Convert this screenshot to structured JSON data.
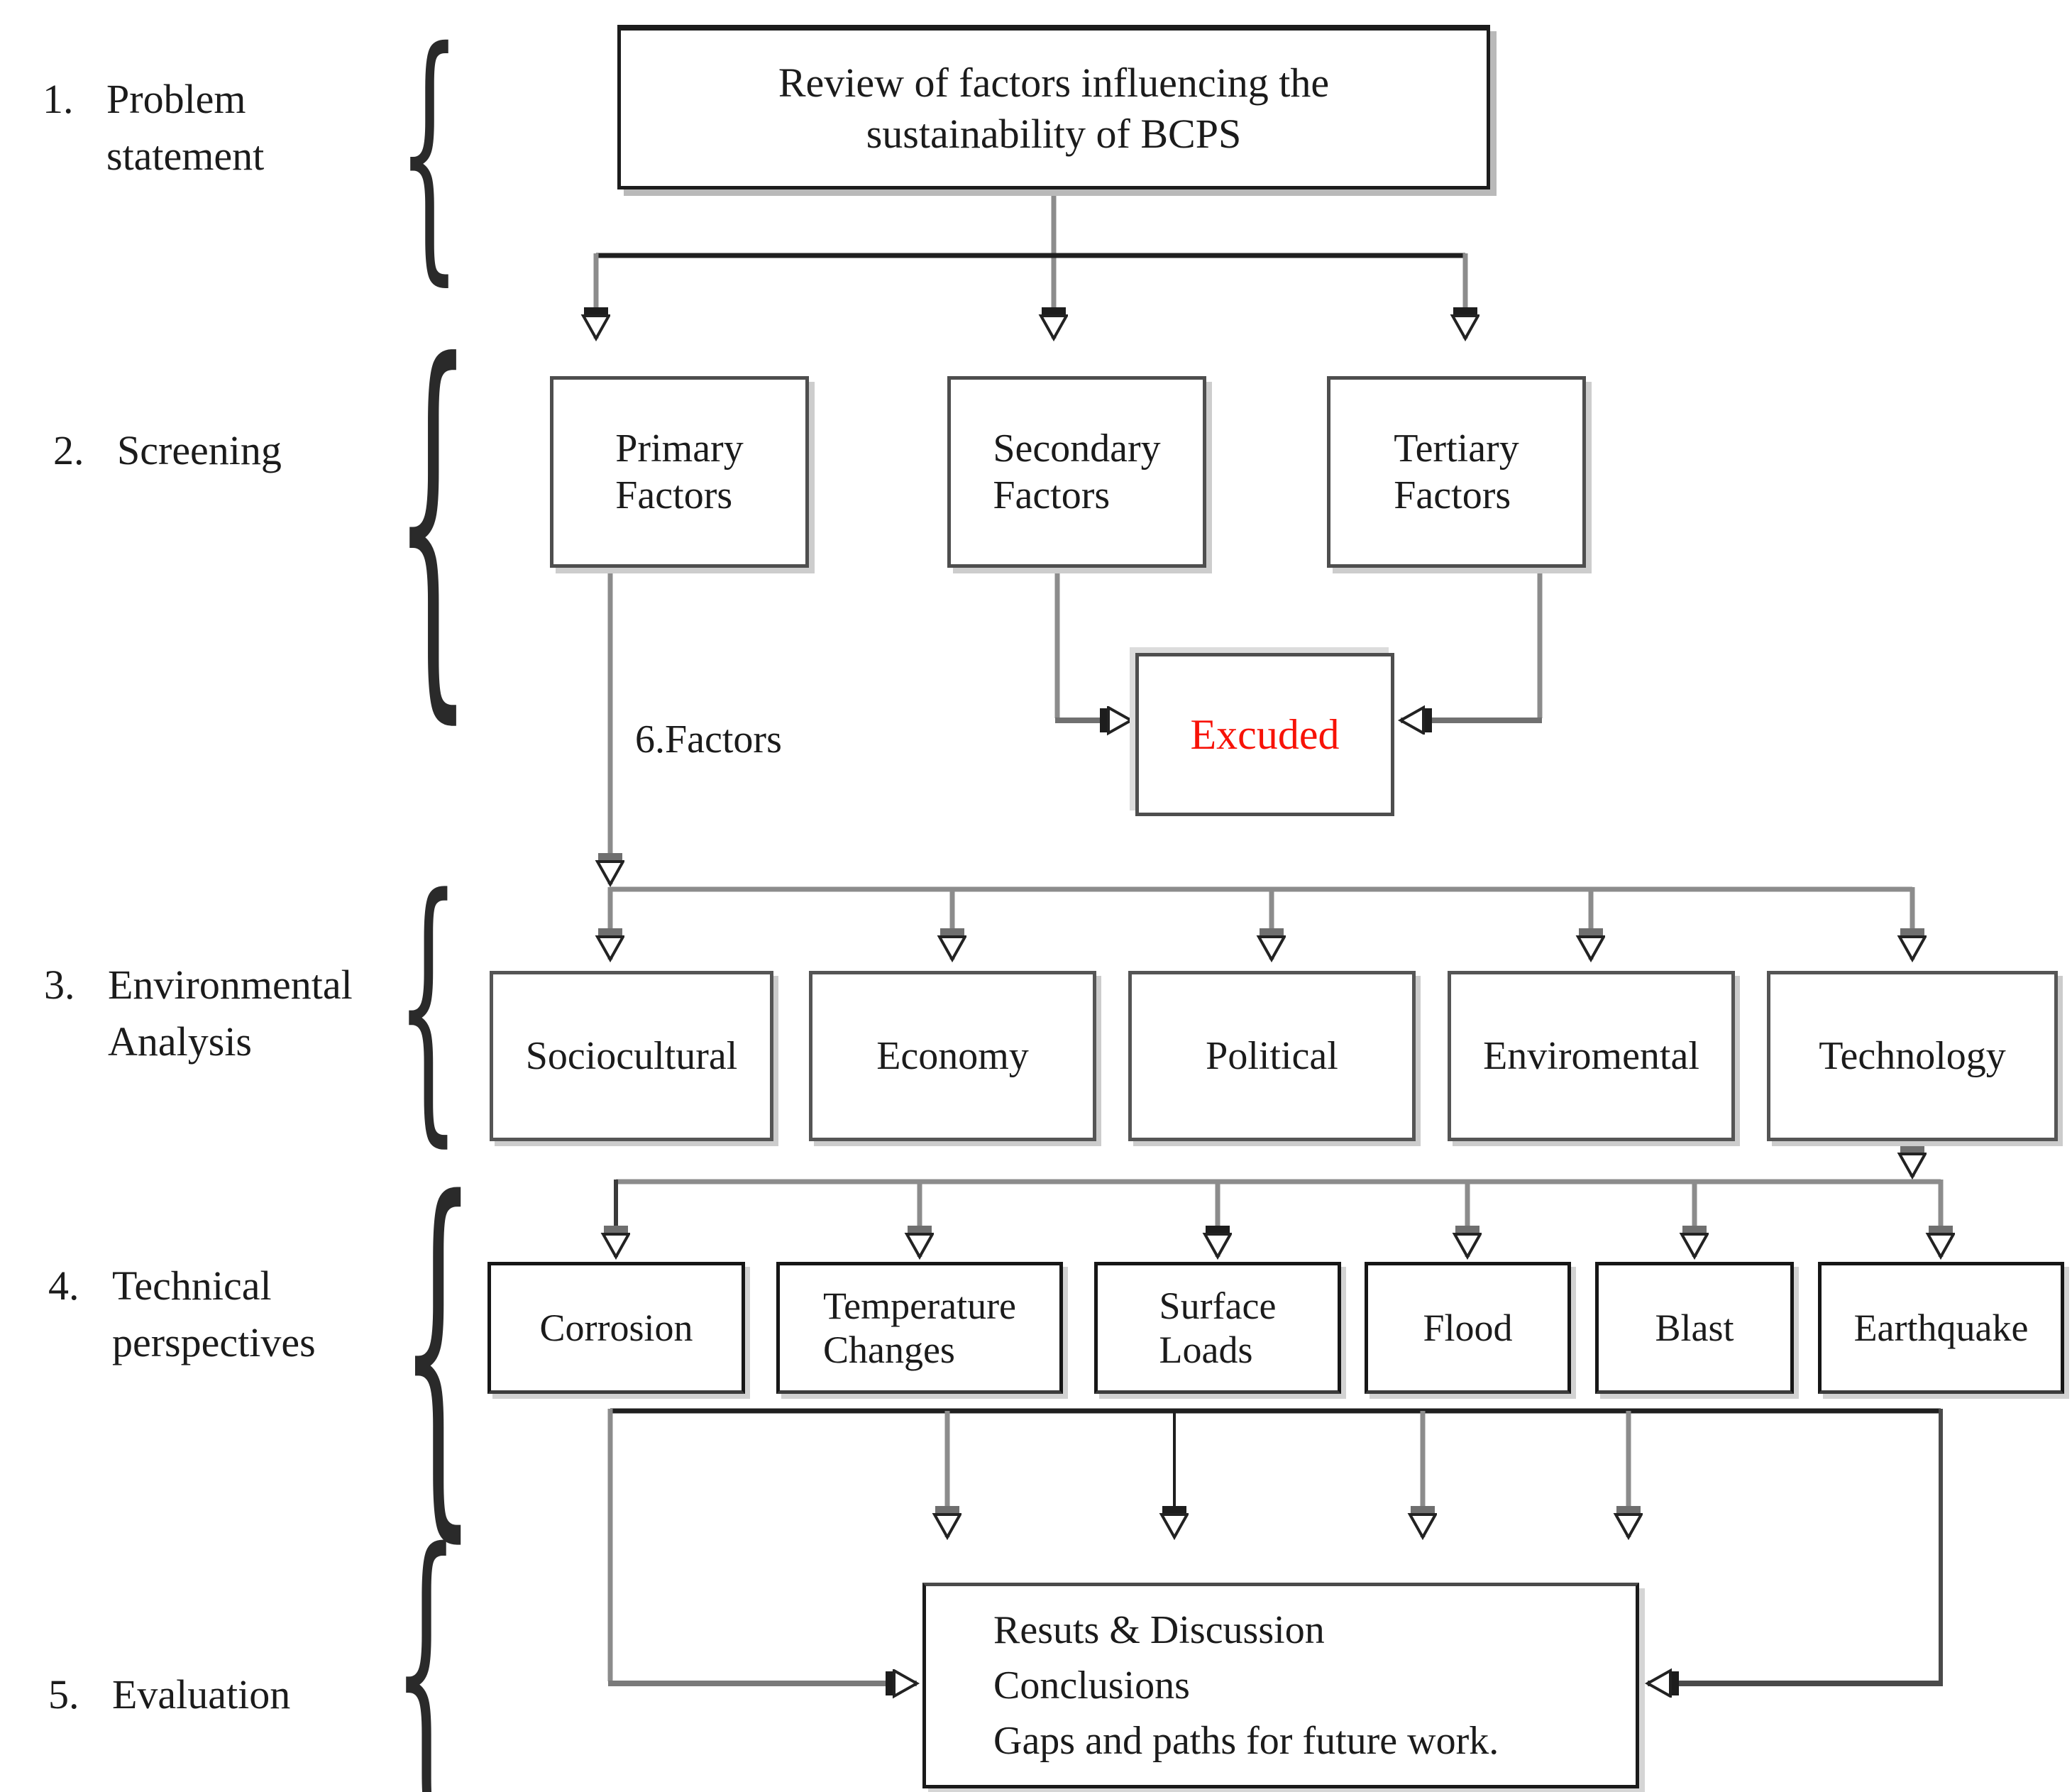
{
  "figure": {
    "brace": "{",
    "stages": [
      {
        "number": "1.",
        "label": "Problem\nstatement"
      },
      {
        "number": "2.",
        "label": "Screening"
      },
      {
        "number": "3.",
        "label": "Environmental\nAnalysis"
      },
      {
        "number": "4.",
        "label": "Technical\nperspectives"
      },
      {
        "number": "5.",
        "label": "Evaluation"
      }
    ],
    "problem_box": "Review of factors influencing the\nsustainability of BCPS",
    "screening_boxes": [
      {
        "label": "Primary\nFactors"
      },
      {
        "label": "Secondary\nFactors"
      },
      {
        "label": "Tertiary\nFactors"
      }
    ],
    "factors_note": "6.Factors",
    "excluded_box": {
      "label": "Excuded",
      "color": "#f71207"
    },
    "environment_boxes": [
      {
        "label": "Sociocultural"
      },
      {
        "label": "Economy"
      },
      {
        "label": "Political"
      },
      {
        "label": "Enviromental"
      },
      {
        "label": "Technology"
      }
    ],
    "technical_boxes": [
      {
        "label": "Corrosion"
      },
      {
        "label": "Temperature\nChanges"
      },
      {
        "label": "Surface\nLoads"
      },
      {
        "label": "Flood"
      },
      {
        "label": "Blast"
      },
      {
        "label": "Earthquake"
      }
    ],
    "evaluation_box": {
      "lines": [
        "Resuts & Discussion",
        "Conclusions",
        "Gaps and paths for future work."
      ]
    },
    "colors": {
      "excluded_text": "#f71207",
      "line_gray": "#8c8c8c",
      "line_black": "#1f1f1f"
    }
  }
}
